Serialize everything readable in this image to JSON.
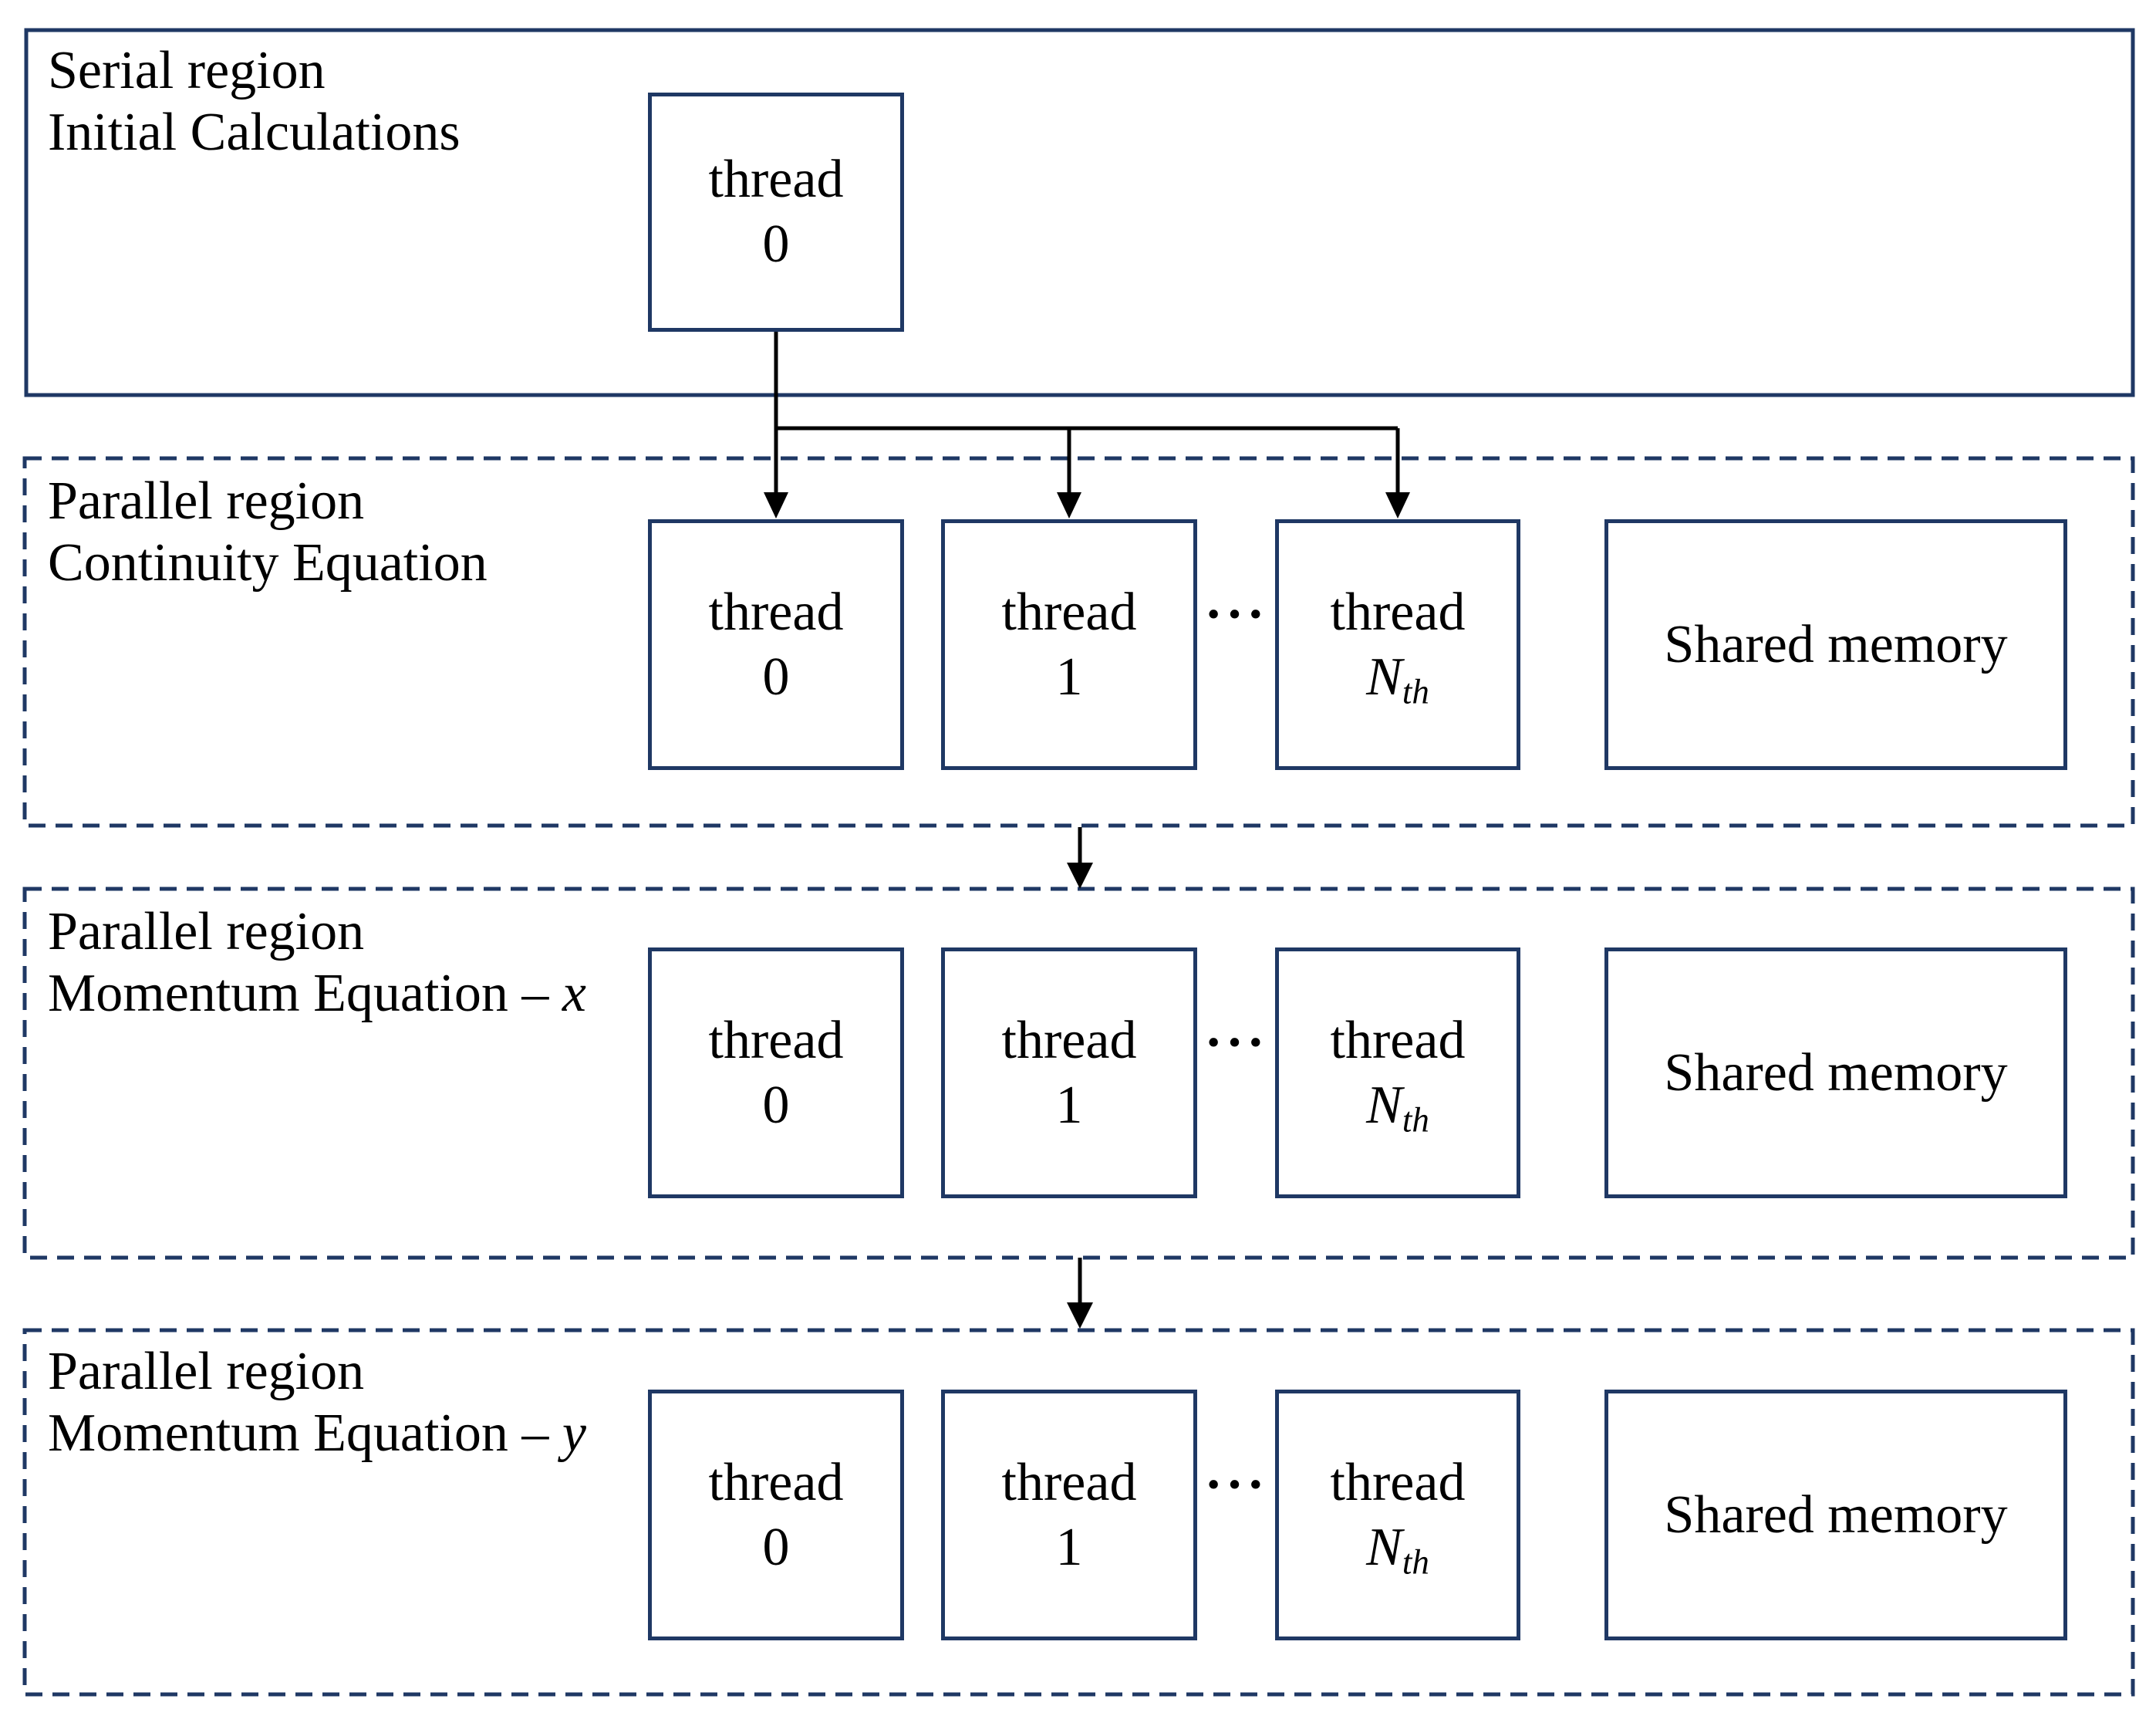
{
  "colors": {
    "region_border": "#1f3864",
    "connector": "#000000",
    "text": "#000000",
    "background": "#ffffff"
  },
  "serial": {
    "title1": "Serial region",
    "title2": "Initial Calculations",
    "thread": {
      "name": "thread",
      "index": "0"
    }
  },
  "regions": [
    {
      "title1": "Parallel region",
      "title2_prefix": "Continuity Equation",
      "title_var": "",
      "threads": [
        {
          "name": "thread",
          "index": "0"
        },
        {
          "name": "thread",
          "index": "1"
        },
        {
          "name": "thread",
          "var": "N",
          "var_sub": "th"
        }
      ],
      "dots": "···",
      "shared": "Shared memory"
    },
    {
      "title1": "Parallel region",
      "title2_prefix": "Momentum Equation – ",
      "title_var": "x",
      "threads": [
        {
          "name": "thread",
          "index": "0"
        },
        {
          "name": "thread",
          "index": "1"
        },
        {
          "name": "thread",
          "var": "N",
          "var_sub": "th"
        }
      ],
      "dots": "···",
      "shared": "Shared memory"
    },
    {
      "title1": "Parallel region",
      "title2_prefix": "Momentum Equation – ",
      "title_var": "y",
      "threads": [
        {
          "name": "thread",
          "index": "0"
        },
        {
          "name": "thread",
          "index": "1"
        },
        {
          "name": "thread",
          "var": "N",
          "var_sub": "th"
        }
      ],
      "dots": "···",
      "shared": "Shared memory"
    }
  ]
}
